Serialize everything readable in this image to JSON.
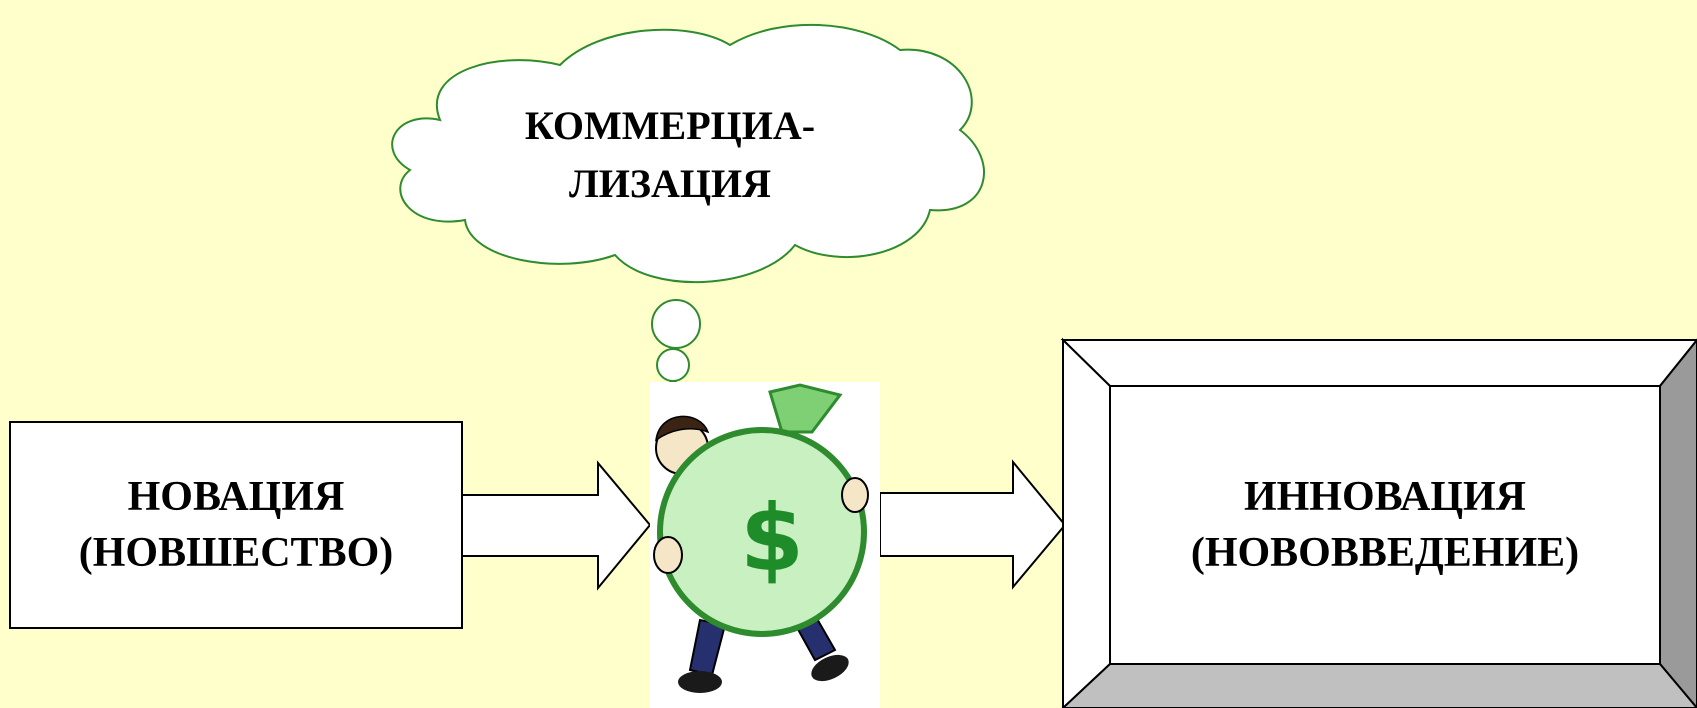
{
  "diagram": {
    "cloud": {
      "line1": "КОММЕРЦИА-",
      "line2": "ЛИЗАЦИЯ"
    },
    "left_box": {
      "line1": "НОВАЦИЯ",
      "line2": "(НОВШЕСТВО)"
    },
    "right_box": {
      "line1": "ИННОВАЦИЯ",
      "line2": "(НОВОВВЕДЕНИЕ)"
    },
    "center_image": {
      "icon": "man-with-money-bag-icon",
      "symbol": "$"
    }
  },
  "colors": {
    "background": "#ffffcc",
    "cloud_stroke": "#2e8b2e",
    "bag_fill": "#c8f0c0",
    "bag_stroke": "#2e8b2e",
    "bevel_gray": "#c0c0c0"
  }
}
